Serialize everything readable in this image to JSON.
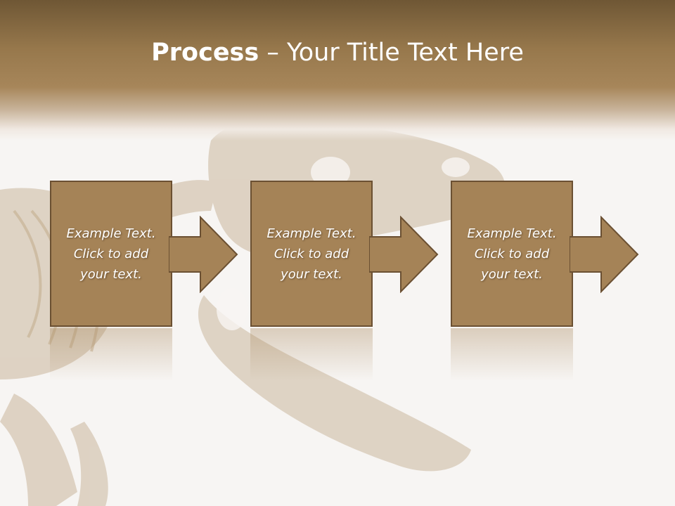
{
  "slide": {
    "title_bold": "Process",
    "title_rest": " – Your Title Text Here"
  },
  "steps": [
    {
      "text": "Example Text. Click  to add your text."
    },
    {
      "text": "Example Text. Click  to add your text."
    },
    {
      "text": "Example Text. Click  to add your text."
    }
  ],
  "background_image": "dinosaur-skeleton-photo",
  "colors": {
    "header_top": "#6f5735",
    "header_mid": "#a7865a",
    "box_fill": "#a58357",
    "box_border": "#6b5032",
    "slide_bg": "#f7f5f3",
    "text": "#ffffff"
  }
}
